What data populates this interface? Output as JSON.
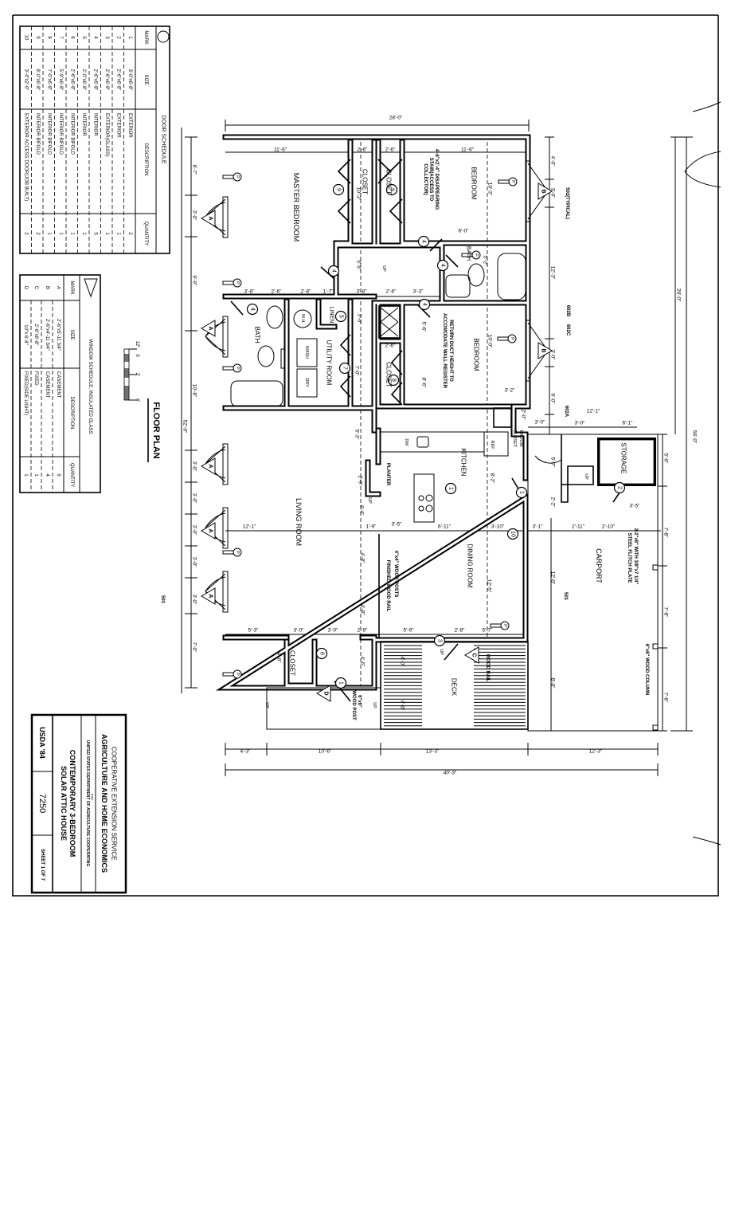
{
  "door_schedule": {
    "title": "DOOR SCHEDULE",
    "symbol": "circle",
    "headers": [
      "MARK",
      "SIZE",
      "DESCRIPTION",
      "QUANTITY"
    ],
    "rows": [
      {
        "mark": "1",
        "size": "3'-0\"x6'-8\"",
        "description": "EXTERIOR",
        "quantity": "2"
      },
      {
        "mark": "2",
        "size": "2'-6\"x6'-8\"",
        "description": "EXTERIOR",
        "quantity": "1"
      },
      {
        "mark": "3",
        "size": "2'-6\"x6'-8\"",
        "description": "EXTERIOR(GLASS)",
        "quantity": "1"
      },
      {
        "mark": "4",
        "size": "2'-6\"x6'-8\"",
        "description": "INTERIOR",
        "quantity": "5"
      },
      {
        "mark": "5",
        "size": "2'-0\"x6'-8\"",
        "description": "INTERIOR",
        "quantity": "1"
      },
      {
        "mark": "6",
        "size": "2'-6\"x6'-8\"",
        "description": "INTERIOR BIFOLD",
        "quantity": "1"
      },
      {
        "mark": "7",
        "size": "5'-9\"x6'-8\"",
        "description": "INTERIOR BIFOLD",
        "quantity": "1"
      },
      {
        "mark": "8",
        "size": "7'-0\"x6'-8\"",
        "description": "INTERIOR BIFOLD",
        "quantity": "1"
      },
      {
        "mark": "9",
        "size": "8'-0\"x6'-8\"",
        "description": "INTERIOR BIFOLD",
        "quantity": "2"
      },
      {
        "mark": "10",
        "size": "3'-4\"x2'-0\"",
        "description": "EXTERIOR ACCESS DOOR(JOB BUILT)",
        "quantity": "2"
      }
    ]
  },
  "window_schedule": {
    "title": "WINDOW SCHEDULE, INSULATED GLASS",
    "symbol": "triangle",
    "headers": [
      "MARK",
      "SIZE",
      "DESCRIPTION",
      "QUANTITY"
    ],
    "rows": [
      {
        "mark": "A",
        "size": "2'-6\"x5'-11 3/4\"",
        "description": "CASEMENT",
        "quantity": "9"
      },
      {
        "mark": "B",
        "size": "2'-6\"x4'-11 3/4\"",
        "description": "CASEMENT",
        "quantity": "4"
      },
      {
        "mark": "C",
        "size": "2'-6\"x6'-8\"",
        "description": "FIXED",
        "quantity": "1"
      },
      {
        "mark": "D",
        "size": "10\"x 6'-8\"",
        "description": "FIXED(SIDE LIGHT)",
        "quantity": "1"
      }
    ]
  },
  "drawing": {
    "title": "FLOOR PLAN",
    "scale_labels": [
      "12\"",
      "0",
      "2'",
      "4'"
    ]
  },
  "title_block": {
    "line1": "COOPERATIVE EXTENSION SERVICE",
    "line2": "AGRICULTURE AND HOME ECONOMICS",
    "and": "AND",
    "line3": "UNITED STATES DEPARTMENT OF AGRICULTURE COOPERATING",
    "project1": "CONTEMPORARY 3-BEDROOM",
    "project2": "SOLAR ATTIC HOUSE",
    "code": "USDA '84",
    "number": "7250",
    "sheet": "SHEET 1 OF 7"
  },
  "rooms": [
    "MASTER BEDROOM",
    "CLOSET",
    "CLOSET",
    "BEDROOM",
    "BATH",
    "BATH",
    "LINEN",
    "UTILITY ROOM",
    "CLOSET",
    "BEDROOM",
    "LIVING ROOM",
    "KITCHEN",
    "DINING ROOM",
    "DECK",
    "CARPORT",
    "STORAGE",
    "CLOSET"
  ],
  "fixtures": [
    "W.H.",
    "WASH",
    "DRY",
    "REF",
    "DW",
    "BROOM",
    "CLOSET",
    "UP",
    "UP",
    "UP",
    "UP",
    "UP",
    "UP"
  ],
  "notes": [
    "4'-6\"x2'-4\" DISAPPEARING",
    "STAIR(ACCESS TO",
    "COLLECTOR)",
    "RETURN DUCT HEIGHT TO",
    "ACCOMODATE WALL REGISTER",
    "502(TYPICAL)",
    "602B",
    "602C",
    "602A",
    "4\"x4\" WOOD POSTS",
    "FINISHED WOOD RAIL",
    "PLANTER",
    "WOOD RAIL",
    "6\"x6\"",
    "WOOD POST",
    "2-2\"x8\" WITH 3/8\"x7 1/4\"",
    "STEEL FLITCH PLATE",
    "6\"x6\" WOOD COLUMN",
    "501",
    "501"
  ],
  "dims_h": [
    "28'-0\"",
    "11'-6\"",
    "2'-6\"",
    "2'-6\"",
    "11'-6\"",
    "6'-0\"",
    "3'-8\"",
    "2'-6\"",
    "2'-8\"",
    "1'-7\"",
    "3'-8\"",
    "2'-6\"",
    "3'-3\"",
    "2'-6\"",
    "3'-2\"",
    "3'-0\"",
    "3'-0\"",
    "6'-1\"",
    "12'-1\"",
    "12'-1\"",
    "1'-9\"",
    "3'-5\"",
    "6'-11\"",
    "3'-10\"",
    "3'-1\"",
    "2'-11\"",
    "2'-10\"",
    "5'-3\"",
    "3'-0\"",
    "3'-0\"",
    "2'-9\"",
    "5'-9\"",
    "2'-8\"",
    "5'-7\"",
    "3'-5\"",
    "4'-3\"",
    "10'-6\"",
    "13'-3\"",
    "12'-3\"",
    "40'-3\""
  ],
  "dims_v": [
    "6'-7\"",
    "3'-0\"",
    "9'-9\"",
    "10'-8\"",
    "52'-0\"",
    "3'-0\"",
    "3'-0\"",
    "3'-0\"",
    "3'-0\"",
    "3'-0\"",
    "7'-0\"",
    "10'-3\"",
    "10'-3\"",
    "5'-5\"",
    "5'-2\"",
    "3'-0\"",
    "7'-0\"",
    "10'-0\"",
    "5'-6\"",
    "8'-6\"",
    "5'-3\"",
    "2'-9\"",
    "4'-4\"",
    "4'-8\"",
    "4'-8\"",
    "4'-6\"",
    "4'-6\"",
    "4'-0\"",
    "4'-0\"",
    "8'-2\"",
    "12'-5\"",
    "2'-0\"",
    "5'-7\"",
    "2'-2\"",
    "12'-0\"",
    "8'-0\"",
    "4'-0\"",
    "3'-0\"",
    "12'-3\"",
    "3'-0\"",
    "6'-0\"",
    "28'-0\"",
    "56'-0\"",
    "5'-0\"",
    "7'-8\"",
    "7'-8\"",
    "7'-6\""
  ],
  "door_marks": [
    "9",
    "9",
    "4",
    "4",
    "4",
    "4",
    "4",
    "5",
    "7",
    "8",
    "1",
    "1",
    "1",
    "3",
    "6",
    "2",
    "10"
  ],
  "window_marks": [
    "A",
    "A",
    "A",
    "A",
    "A",
    "B",
    "B",
    "C",
    "D"
  ],
  "outlet_marks": [
    "P",
    "P",
    "P",
    "P",
    "P",
    "P",
    "P",
    "P",
    "P"
  ]
}
